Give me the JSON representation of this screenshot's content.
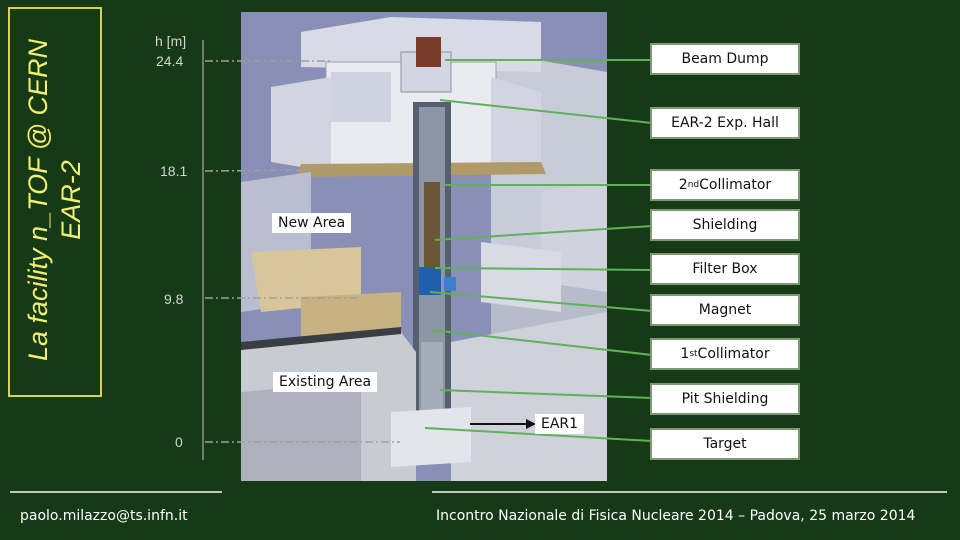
{
  "title": {
    "line1": "La facility n_TOF @ CERN",
    "line2": "EAR-2"
  },
  "height_axis": {
    "unit_label": "h [m]",
    "ticks": [
      "24.4",
      "18.1",
      "9.8",
      "0"
    ]
  },
  "callouts": {
    "beam_dump": "Beam Dump",
    "ear2_hall": "EAR-2 Exp. Hall",
    "collimator2_pre": "2",
    "collimator2_sup": "nd",
    "collimator2_post": " Collimator",
    "shielding": "Shielding",
    "filter_box": "Filter Box",
    "magnet": "Magnet",
    "collimator1_pre": "1",
    "collimator1_sup": "st",
    "collimator1_post": " Collimator",
    "pit_shielding": "Pit Shielding",
    "target": "Target"
  },
  "inline_labels": {
    "new_area": "New Area",
    "existing_area": "Existing Area",
    "ear1": "EAR1"
  },
  "footer": {
    "email": "paolo.milazzo@ts.infn.it",
    "conference": "Incontro Nazionale di Fisica Nucleare 2014 – Padova, 25 marzo 2014"
  },
  "colors": {
    "background": "#163a16",
    "title_text": "#f2ee70",
    "callout_border": "#7d9a74",
    "leader_line": "#5fb25a"
  }
}
